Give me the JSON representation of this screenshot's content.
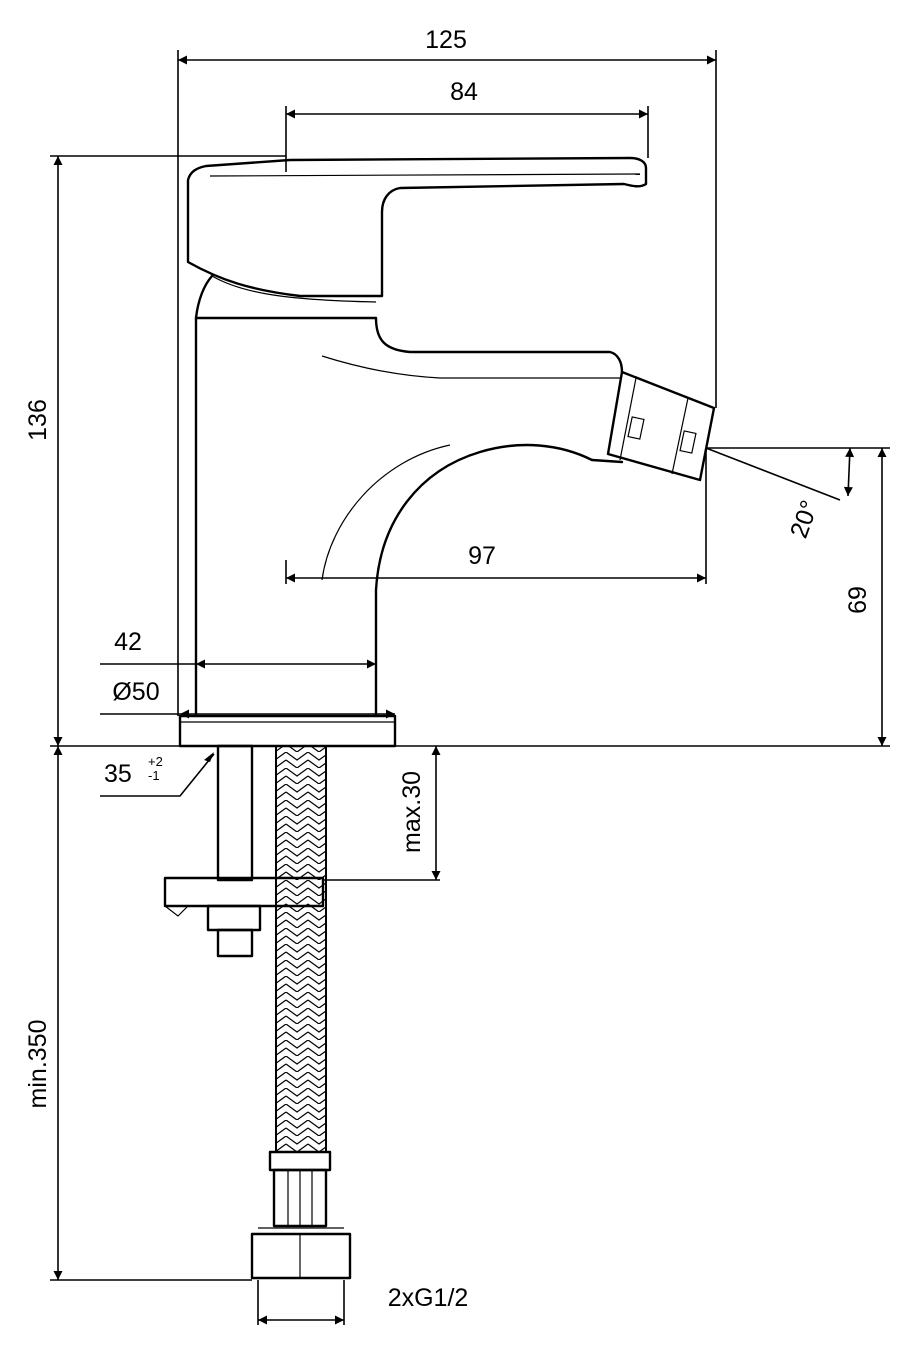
{
  "dimensions": {
    "width_total": "125",
    "lever_length": "84",
    "height_total": "136",
    "spout_reach": "97",
    "spout_angle": "20°",
    "spout_height": "69",
    "body_width": "42",
    "base_diameter": "Ø50",
    "hole_base": "35",
    "hole_tol_plus": "+2",
    "hole_tol_minus": "-1",
    "deck_thickness": "max.30",
    "hose_length": "min.350",
    "connection": "2xG1/2"
  }
}
